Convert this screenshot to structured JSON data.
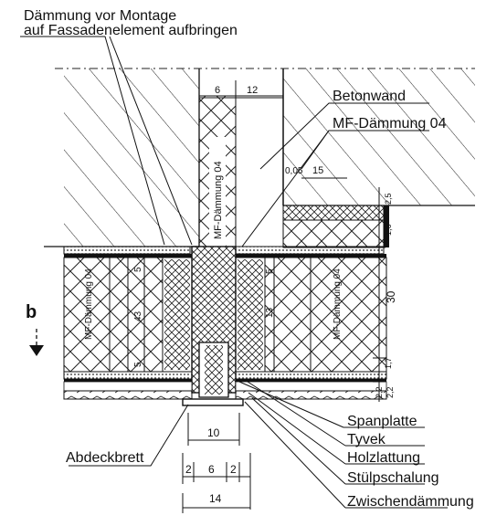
{
  "annotations": {
    "top_line1": "Dämmung vor Montage",
    "top_line2": "auf Fassadenelement aufbringen",
    "betonwand": "Betonwand",
    "mf_daemmung": "MF-Dämmung 04",
    "spanplatte": "Spanplatte",
    "tyvek": "Tyvek",
    "holzlattung": "Holzlattung",
    "stuelpschalung": "Stülpschalung",
    "zwischendaemmung": "Zwischendämmung",
    "abdeckbrett": "Abdeckbrett",
    "section_marker": "b"
  },
  "rotated_labels": {
    "center_insulation": "MF-Dämmung 04",
    "left_insulation": "MF-Dämmung 04",
    "right_insulation": "MF-Dämmung 04"
  },
  "dimensions": {
    "d6_top": "6",
    "d12_top": "12",
    "d005": "0,05",
    "d15": "15",
    "d25": "2,5",
    "d16": "1,6",
    "d30": "30",
    "d1_7": "1,7",
    "d2a": "2,2",
    "d2b": "2,2",
    "d5_left_a": "5",
    "d5_left_b": "5",
    "d5_right": "5",
    "d43": "43",
    "d13_right": "13",
    "d10": "10",
    "d2_left": "2",
    "d6_mid": "6",
    "d2_right": "2",
    "d14": "14"
  }
}
